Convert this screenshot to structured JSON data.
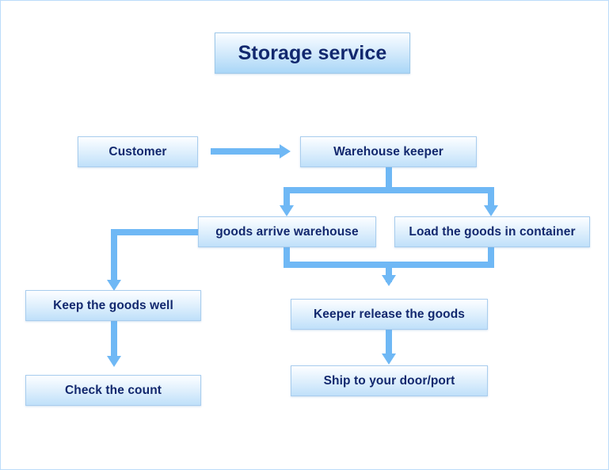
{
  "diagram": {
    "title": "Storage service",
    "nodes": [
      {
        "id": "title",
        "label": "Storage service"
      },
      {
        "id": "customer",
        "label": "Customer"
      },
      {
        "id": "keeper",
        "label": "Warehouse keeper"
      },
      {
        "id": "arrive",
        "label": "goods arrive warehouse"
      },
      {
        "id": "load",
        "label": "Load the goods in container"
      },
      {
        "id": "keepwell",
        "label": "Keep the goods well"
      },
      {
        "id": "check",
        "label": "Check the count"
      },
      {
        "id": "release",
        "label": "Keeper release the goods"
      },
      {
        "id": "ship",
        "label": "Ship to your door/port"
      }
    ],
    "edges": [
      {
        "from": "customer",
        "to": "keeper",
        "style": "straight-right"
      },
      {
        "from": "keeper",
        "to": "arrive",
        "style": "split-down-left"
      },
      {
        "from": "keeper",
        "to": "load",
        "style": "split-down-right"
      },
      {
        "from": "arrive",
        "to": "keepwell",
        "style": "left-then-down"
      },
      {
        "from": "keepwell",
        "to": "check",
        "style": "straight-down"
      },
      {
        "from": "arrive",
        "to": "release",
        "style": "merge-down"
      },
      {
        "from": "load",
        "to": "release",
        "style": "merge-down"
      },
      {
        "from": "release",
        "to": "ship",
        "style": "straight-down"
      }
    ],
    "colors": {
      "connector": "#6fb8f5",
      "box_border": "#a9cdee",
      "box_fill_top": "#fdfeff",
      "box_fill_bottom": "#bfe0fa",
      "text": "#12286e",
      "page_border": "#bcdcfa",
      "background": "#ffffff"
    }
  }
}
